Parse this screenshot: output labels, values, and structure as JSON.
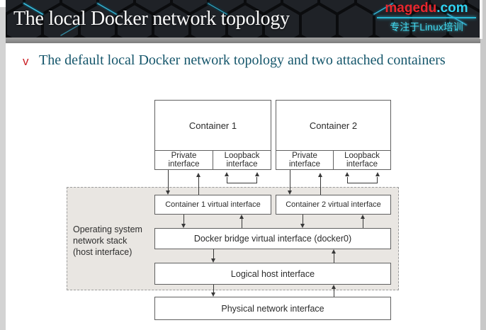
{
  "header": {
    "title": "The local Docker network topology",
    "logo": {
      "brand": "magedu",
      "tld": ".com",
      "tagline": "专注于Linux培训"
    }
  },
  "slide": {
    "bullet_marker": "v",
    "bullet_text": "The default local Docker network topology and two attached containers"
  },
  "diagram": {
    "os_label_lines": [
      "Operating system",
      "network stack",
      "(host interface)"
    ],
    "containers": [
      {
        "title": "Container 1",
        "private": "Private interface",
        "loopback": "Loopback interface"
      },
      {
        "title": "Container 2",
        "private": "Private interface",
        "loopback": "Loopback interface"
      }
    ],
    "virtual_interfaces": [
      "Container 1 virtual interface",
      "Container 2 virtual interface"
    ],
    "bridge_label": "Docker bridge virtual interface (docker0)",
    "logical_host_label": "Logical host interface",
    "physical_label": "Physical network interface"
  },
  "colors": {
    "header_bg": "#17191d",
    "brand_red": "#e8262d",
    "brand_cyan": "#2fd3f2",
    "bullet_marker_red": "#cb2026",
    "bullet_text_teal": "#15566b",
    "os_region_fill": "#e9e6e2",
    "diagram_line": "#383838"
  }
}
